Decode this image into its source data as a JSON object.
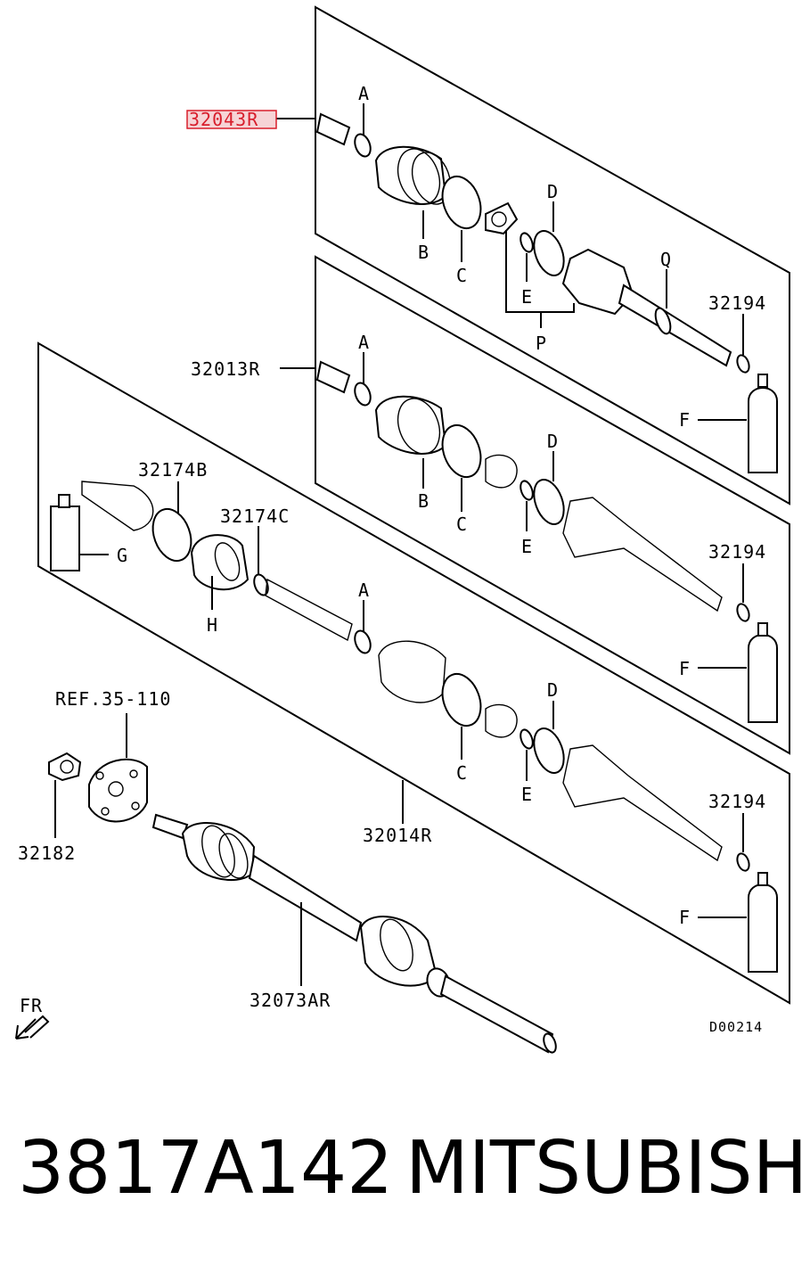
{
  "diagram": {
    "labels": {
      "highlighted_part": "32043R",
      "driveshaft_mid": "32013R",
      "driveshaft_low": "32014R",
      "driveshaft_full": "32073AR",
      "bolt": "32174B",
      "bolt_c": "32174C",
      "nut": "32182",
      "ref": "REF.35-110",
      "ring_1": "32194",
      "ring_2": "32194",
      "ring_3": "32194",
      "code": "D00214",
      "front": "FR"
    },
    "letters": {
      "A1": "A",
      "B1": "B",
      "C1": "C",
      "D1": "D",
      "E1": "E",
      "P": "P",
      "Q": "Q",
      "F1": "F",
      "A2": "A",
      "B2": "B",
      "C2": "C",
      "D2": "D",
      "E2": "E",
      "F2": "F",
      "A3": "A",
      "C3": "C",
      "D3": "D",
      "E3": "E",
      "F3": "F",
      "G": "G",
      "H": "H"
    },
    "highlight_color": "#d81e2c"
  },
  "caption": {
    "part_number": "3817A142",
    "brand": "MITSUBISHI"
  }
}
